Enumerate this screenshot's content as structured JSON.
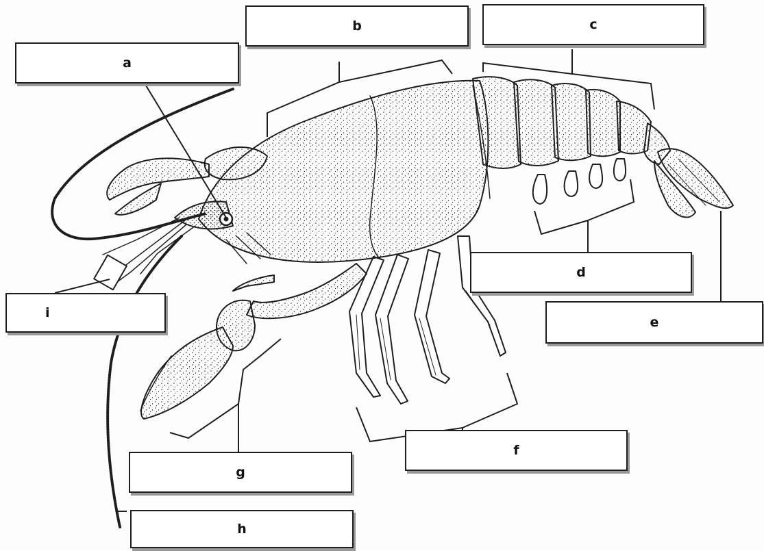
{
  "labels": {
    "a": "a",
    "b": "b",
    "c": "c",
    "d": "d",
    "e": "e",
    "f": "f",
    "g": "g",
    "h": "h",
    "i": "i"
  },
  "colors": {
    "ink": "#1e1e1e",
    "shell": "#ffffff",
    "box_shadow": "#9a9a9a",
    "background": "#fdfdfd"
  }
}
